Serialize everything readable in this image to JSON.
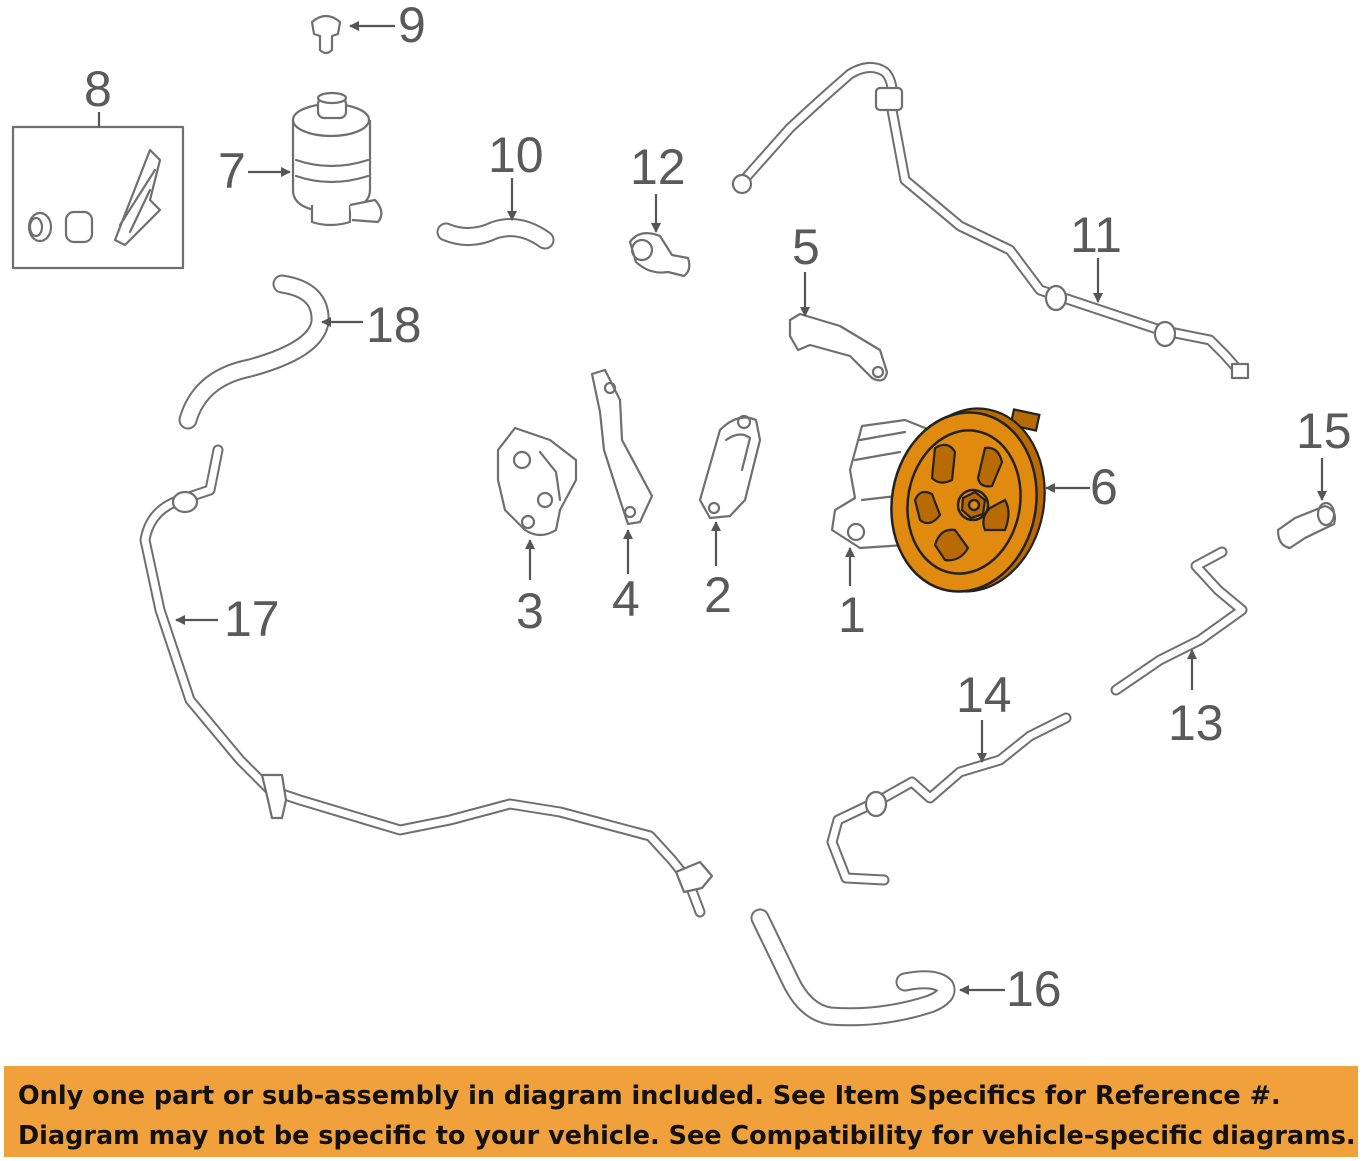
{
  "callouts": {
    "c1": "1",
    "c2": "2",
    "c3": "3",
    "c4": "4",
    "c5": "5",
    "c6": "6",
    "c7": "7",
    "c8": "8",
    "c9": "9",
    "c10": "10",
    "c11": "11",
    "c12": "12",
    "c13": "13",
    "c14": "14",
    "c15": "15",
    "c16": "16",
    "c17": "17",
    "c18": "18"
  },
  "highlighted_part": "6",
  "colors": {
    "highlight": "#e08a10",
    "banner": "#f0a13c",
    "line": "#6f6f6f"
  },
  "notice": {
    "line1": "Only one part or sub-assembly in diagram included. See Item Specifics for Reference #.",
    "line2": "Diagram may not be specific to your vehicle. See Compatibility for vehicle-specific diagrams."
  }
}
